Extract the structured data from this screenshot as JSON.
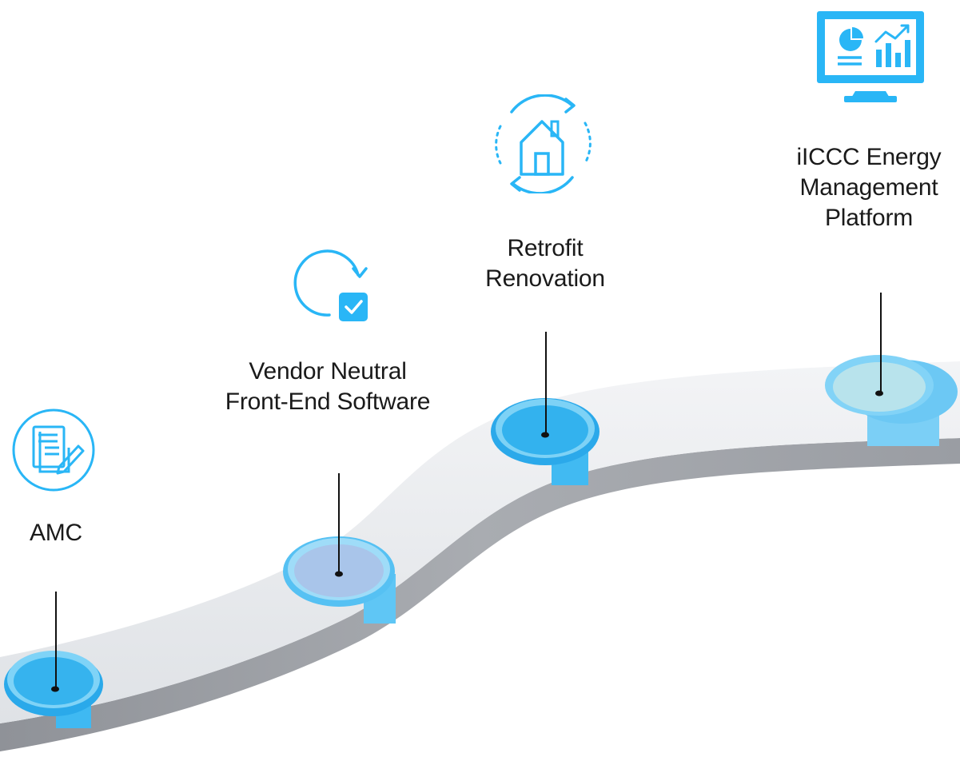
{
  "milestones": [
    {
      "id": "amc",
      "lines": [
        "AMC"
      ],
      "icon": "document-pen-icon"
    },
    {
      "id": "vendor-neutral",
      "lines": [
        "Vendor Neutral",
        "Front-End Software"
      ],
      "icon": "refresh-check-icon"
    },
    {
      "id": "retrofit",
      "lines": [
        "Retrofit",
        "Renovation"
      ],
      "icon": "house-cycle-icon"
    },
    {
      "id": "energy-platform",
      "lines": [
        "iICCC Energy",
        "Management",
        "Platform"
      ],
      "icon": "monitor-chart-icon"
    }
  ],
  "colors": {
    "accent": "#29b6f6",
    "road_top": "#e9ebee",
    "road_side": "#9a9da3",
    "text": "#1a1a1a",
    "pole": "#111111"
  }
}
